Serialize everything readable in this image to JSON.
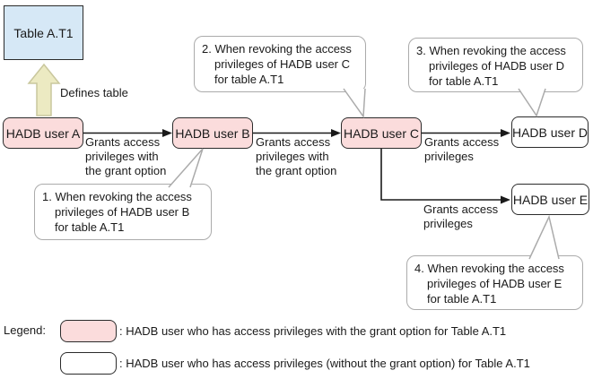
{
  "colors": {
    "grant_user_fill": "#FBDCDC",
    "plain_user_fill": "#FFFFFF",
    "table_box_fill": "#D6E8F6",
    "defines_arrow_fill": "#ECEAC2",
    "defines_arrow_border": "#C9C79D",
    "callout_border": "#ABABAB",
    "box_border": "#2B2B2B",
    "connector": "#1A1A1A"
  },
  "table": {
    "label": "Table A.T1"
  },
  "defines_label": "Defines table",
  "users": {
    "a": {
      "label": "HADB user A",
      "type": "grant"
    },
    "b": {
      "label": "HADB user B",
      "type": "grant"
    },
    "c": {
      "label": "HADB user C",
      "type": "grant"
    },
    "d": {
      "label": "HADB user D",
      "type": "plain"
    },
    "e": {
      "label": "HADB user E",
      "type": "plain"
    }
  },
  "edge_labels": {
    "a_b": "Grants access\nprivileges with\nthe grant option",
    "b_c": "Grants access\nprivileges with\nthe grant option",
    "c_d": "Grants access\nprivileges",
    "c_e": "Grants access\nprivileges"
  },
  "callouts": {
    "n1": "1. When revoking the access\nprivileges of HADB user B\nfor table A.T1",
    "n2": "2. When revoking the access\nprivileges of HADB user C\nfor table A.T1",
    "n3": "3. When revoking the access\nprivileges of HADB user D\nfor table A.T1",
    "n4": "4. When revoking the access\nprivileges of HADB user E\nfor table A.T1"
  },
  "legend": {
    "title": "Legend:",
    "grant_text": ": HADB user who has access privileges with the grant option for Table A.T1",
    "plain_text": ": HADB user who has access privileges (without the grant option) for Table A.T1"
  }
}
